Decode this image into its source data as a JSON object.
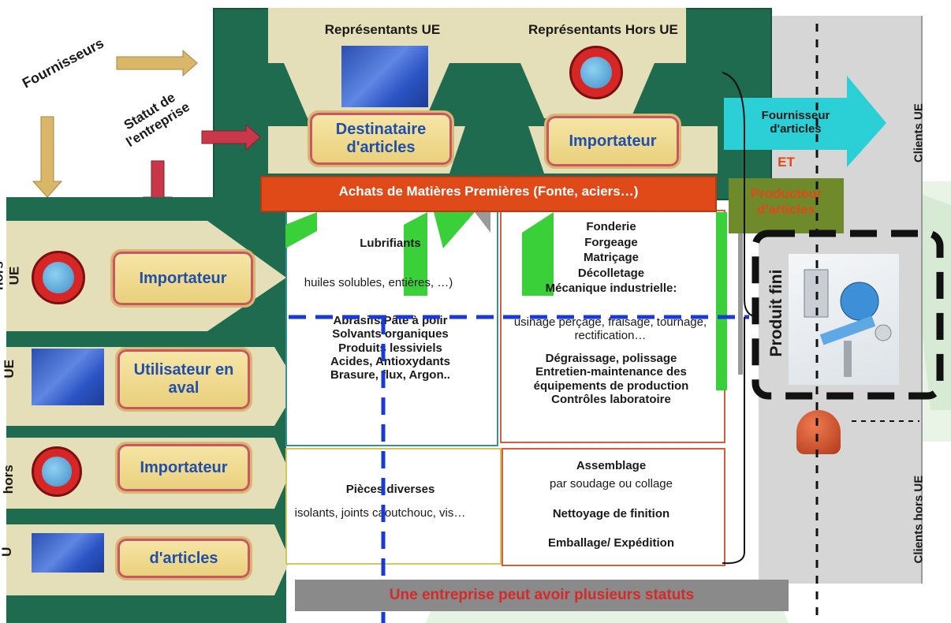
{
  "suppliers_label": "Fournisseurs",
  "statut_label": "Statut de l'entreprise",
  "top_panel": {
    "rep_ue": "Représentants UE",
    "rep_hors_ue": "Représentants Hors UE",
    "destinataire": "Destinataire d'articles",
    "importateur": "Importateur"
  },
  "achats_banner": "Achats de Matières Premières (Fonte, aciers…)",
  "fournisseur_arrow": "Fournisseur d'articles",
  "et_label": "ET",
  "producteur_label": "Producteur d'articles",
  "clients_ue": "Clients UE",
  "clients_hors_ue": "Clients hors UE",
  "produit_fini": "Produit fini",
  "left_rows": {
    "r1_side": "hors UE",
    "r1_button": "Importateur",
    "r2_side": "UE",
    "r2_button": "Utilisateur en aval",
    "r3_side": "hors",
    "r3_button": "Importateur",
    "r4_side": "U",
    "r4_button": "d'articles"
  },
  "lubrifiants": {
    "title": "Lubrifiants",
    "detail": "huiles solubles, entières, …)",
    "list": "Abrasifs/Pâte à polir\nSolvants organiques\nProduits lessiviels\nAcides, Antioxydants\nBrasure, flux, Argon.."
  },
  "process": {
    "list_top": "Fonderie\nForgeage\nMatriçage\nDécolletage\nMécanique industrielle:",
    "detail": "usinage perçage, fraisage, tournage, rectification…",
    "list_bottom": "Dégraissage, polissage\nEntretien-maintenance des équipements de production\nContrôles laboratoire"
  },
  "pieces": {
    "title": "Pièces diverses",
    "detail": "isolants, joints caoutchouc, vis…"
  },
  "assemblage": {
    "title": "Assemblage",
    "detail": "par soudage ou collage",
    "nettoyage": "Nettoyage de finition",
    "emballage": "Emballage/ Expédition"
  },
  "footer_banner": "Une entreprise peut avoir plusieurs statuts",
  "colors": {
    "dark_green": "#1f6b4f",
    "light_green": "#cfe6cf",
    "orange": "#e04a18",
    "cyan": "#2ad0d6",
    "olive": "#6f8a2a",
    "gray": "#8a8a8a"
  }
}
